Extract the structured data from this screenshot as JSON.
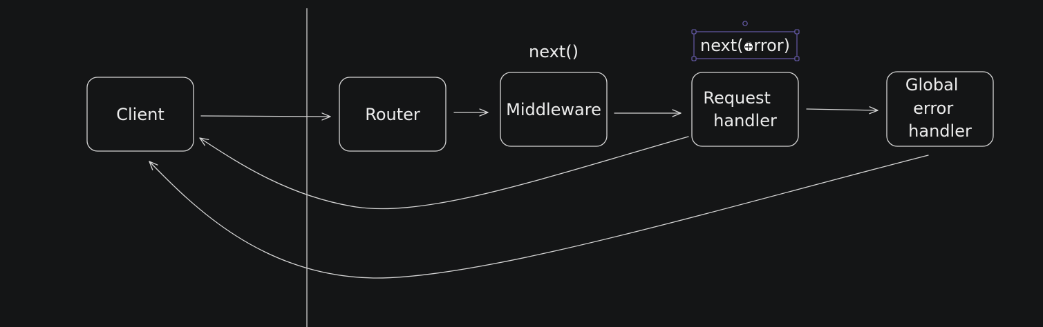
{
  "diagram": {
    "nodes": {
      "client": "Client",
      "router": "Router",
      "middleware": "Middleware",
      "request_handler": [
        "Request",
        "handler"
      ],
      "global_error_handler": [
        "Global",
        "error",
        "handler"
      ]
    },
    "annotations": {
      "next": "next()",
      "next_error": "next(error)"
    }
  }
}
